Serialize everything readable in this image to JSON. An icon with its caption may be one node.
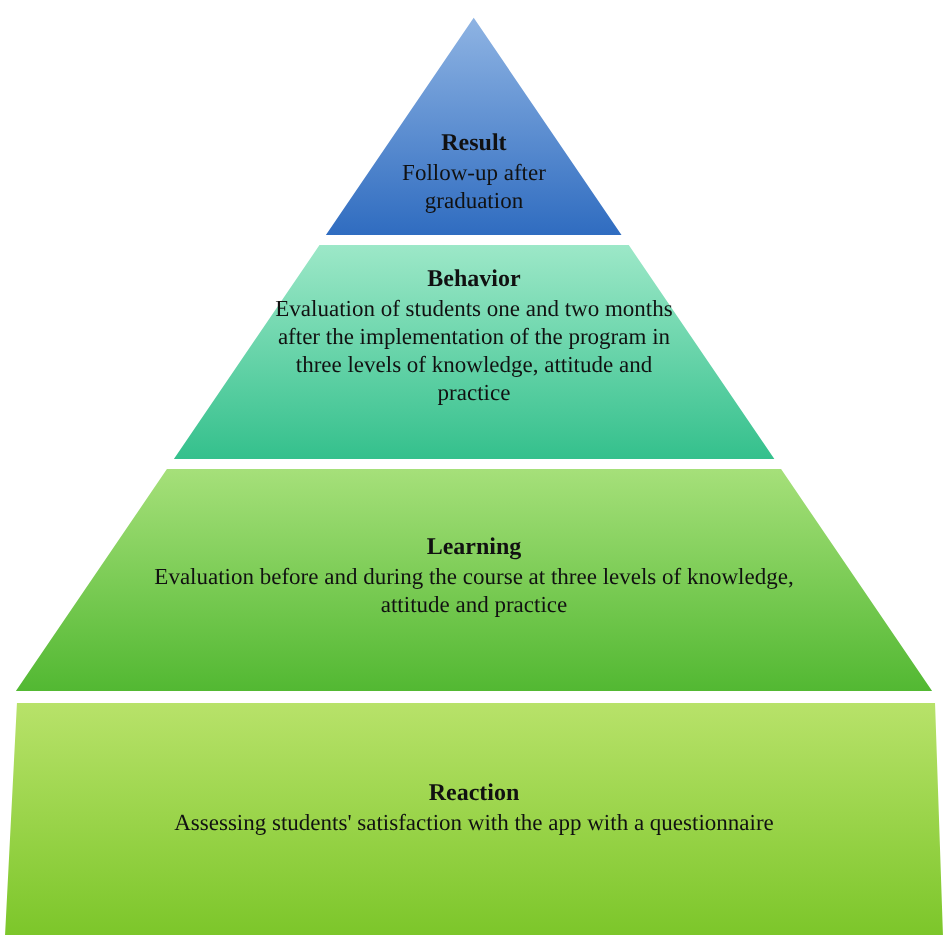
{
  "diagram": {
    "nodes": [
      {
        "text": [
          "Result",
          "Follow-up after graduation"
        ]
      },
      {
        "text": [
          "Behavior",
          "Evaluation of students one and two months after the implementation of the program in three levels of knowledge, attitude and practice"
        ]
      },
      {
        "text": [
          "Learning",
          "Evaluation before and during the course at three levels of knowledge, attitude and practice"
        ]
      },
      {
        "text": [
          "Reaction",
          "Assessing students' satisfaction with the app with a questionnaire"
        ]
      }
    ]
  }
}
